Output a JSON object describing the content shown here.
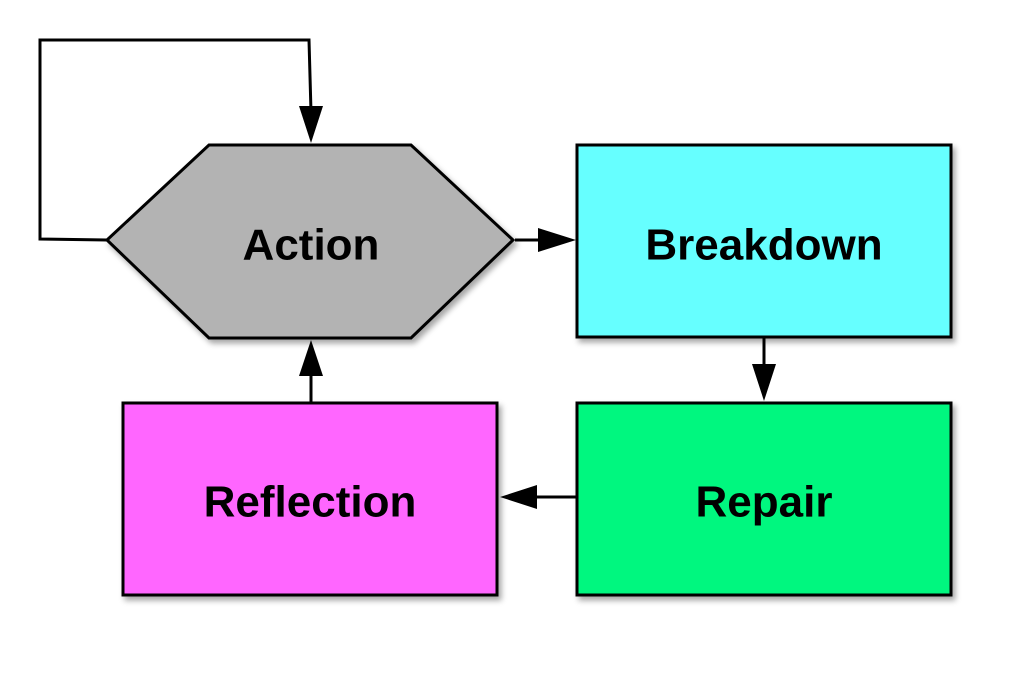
{
  "nodes": {
    "action": {
      "label": "Action",
      "shape": "hexagon",
      "color": "#b3b3b3"
    },
    "breakdown": {
      "label": "Breakdown",
      "shape": "rectangle",
      "color": "#66ffff"
    },
    "repair": {
      "label": "Repair",
      "shape": "rectangle",
      "color": "#00f77f"
    },
    "reflection": {
      "label": "Reflection",
      "shape": "rectangle",
      "color": "#ff66ff"
    }
  },
  "edges": [
    {
      "from": "Action",
      "to": "Action"
    },
    {
      "from": "Action",
      "to": "Breakdown"
    },
    {
      "from": "Breakdown",
      "to": "Repair"
    },
    {
      "from": "Repair",
      "to": "Reflection"
    },
    {
      "from": "Reflection",
      "to": "Action"
    }
  ]
}
